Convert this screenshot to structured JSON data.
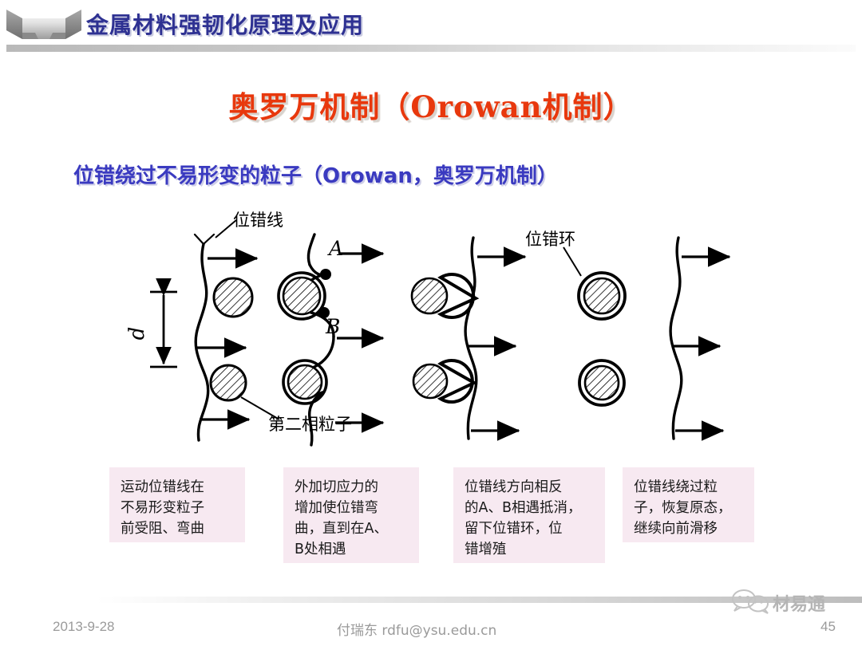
{
  "header": {
    "title": "金属材料强韧化原理及应用",
    "ribbon_icon": "ribbon-banner-icon",
    "title_color": "#2e3192"
  },
  "titles": {
    "main": "奥罗万机制（Orowan机制）",
    "main_color": "#e8380d",
    "sub": "位错绕过不易形变的粒子（Orowan，奥罗万机制）",
    "sub_color": "#3a3ac0"
  },
  "diagram": {
    "labels": {
      "dislocation_line": "位错线",
      "dislocation_loop": "位错环",
      "second_phase_particle": "第二相粒子",
      "spacing": "d",
      "node_a": "A",
      "node_b": "B"
    },
    "stage_count": 4
  },
  "captions": {
    "box_color": "#f7e9f1",
    "items": [
      {
        "text": "运动位错线在\n不易形变粒子\n前受阻、弯曲"
      },
      {
        "text": "外加切应力的\n增加使位错弯\n曲，直到在A、\nB处相遇"
      },
      {
        "text": "位错线方向相反\n的A、B相遇抵消，\n留下位错环，位\n错增殖"
      },
      {
        "text": "位错线绕过粒\n子，恢复原态，\n继续向前滑移"
      }
    ]
  },
  "footer": {
    "date": "2013-9-28",
    "author": "付瑞东   rdfu@ysu.edu.cn",
    "page_number": "45",
    "brand_text": "材易通",
    "brand_icon": "wechat-icon"
  }
}
